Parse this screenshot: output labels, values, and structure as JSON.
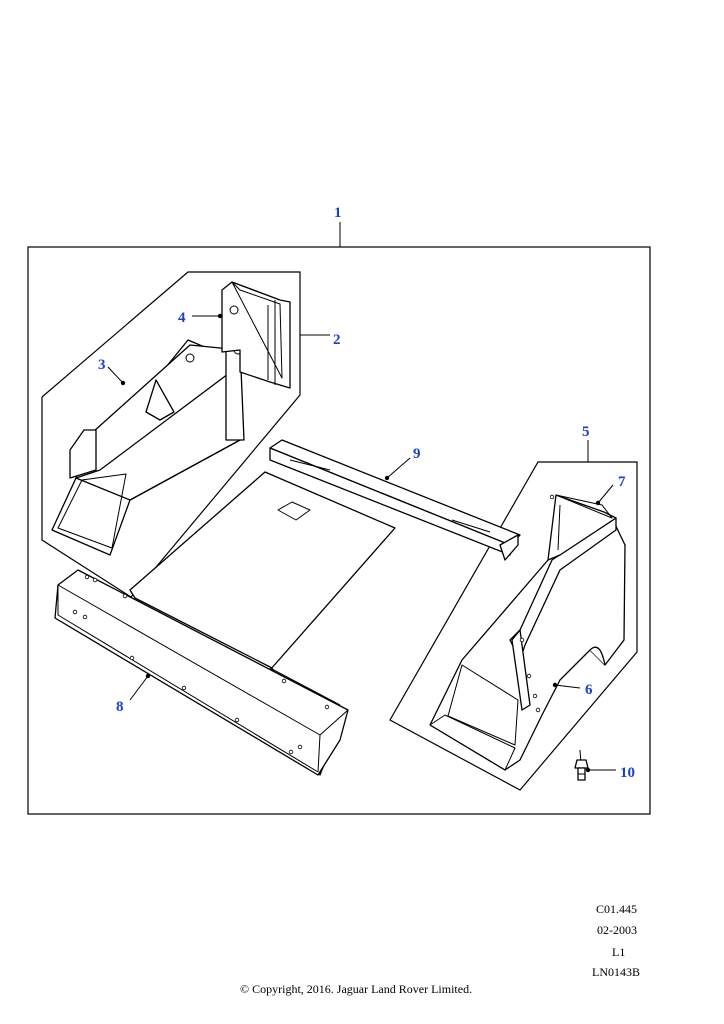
{
  "diagram": {
    "callouts": [
      "1",
      "2",
      "3",
      "4",
      "5",
      "6",
      "7",
      "8",
      "9",
      "10"
    ],
    "callout_color": "#1a3fd0",
    "line_color": "#000000"
  },
  "meta": {
    "ref": "C01.445",
    "date": "02-2003",
    "level": "L1",
    "illustration_id": "LN0143B"
  },
  "copyright": "© Copyright, 2016. Jaguar Land Rover Limited."
}
